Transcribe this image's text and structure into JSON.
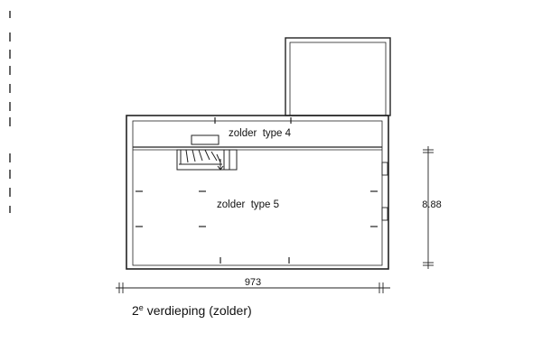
{
  "rooms": {
    "top": "zolder  type 4",
    "main": "zolder  type 5"
  },
  "dimensions": {
    "width": "973",
    "height": "8.88"
  },
  "caption": {
    "prefix": "2",
    "superscript": "e",
    "text": " verdieping (zolder)"
  }
}
